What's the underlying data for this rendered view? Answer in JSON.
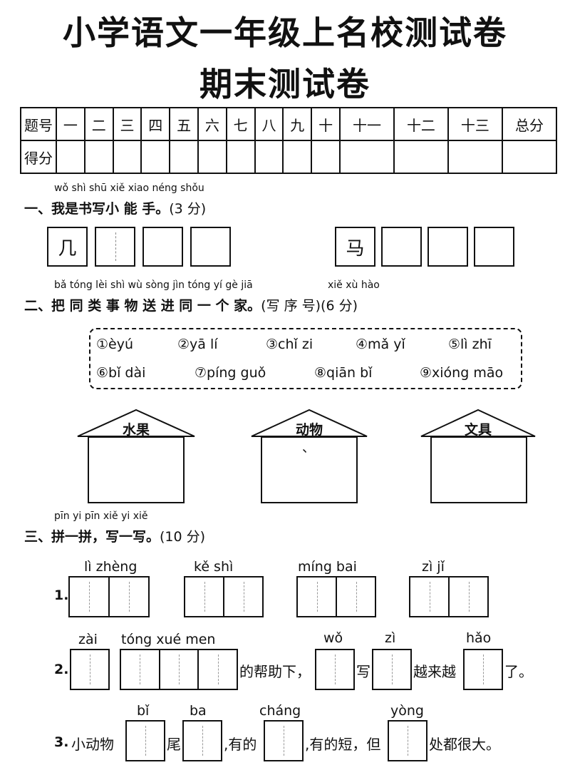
{
  "title": "小学语文一年级上名校测试卷",
  "subtitle": "期末测试卷",
  "score_table": {
    "row1_head": "题号",
    "row2_head": "得分",
    "columns": [
      "一",
      "二",
      "三",
      "四",
      "五",
      "六",
      "七",
      "八",
      "九",
      "十",
      "十一",
      "十二",
      "十三",
      "总分"
    ]
  },
  "section1": {
    "pinyin": "wǒ shì shū xiě xiao néng shǒu",
    "heading": "一、我是书写小 能 手。",
    "points": "(3 分)",
    "chars": [
      "几",
      "马"
    ]
  },
  "section2": {
    "pinyin1": "bǎ tóng lèi shì wù sòng jìn tóng yí gè jiā",
    "pinyin2": "xiě xù hào",
    "heading": "二、把 同 类 事 物 送 进 同 一 个 家。",
    "points": "(写 序 号)(6 分)",
    "items": [
      "①èyú",
      "②yā lí",
      "③chǐ zi",
      "④mǎ yǐ",
      "⑤lì zhī",
      "⑥bǐ dài",
      "⑦píng guǒ",
      "⑧qiān bǐ",
      "⑨xióng māo"
    ],
    "houses": [
      "水果",
      "动物",
      "文具"
    ],
    "tick": "、"
  },
  "section3": {
    "pinyin": "pīn yi pīn   xiě yi xiě",
    "heading": "三、拼一拼，写一写。",
    "points": "(10 分)",
    "q1": {
      "num": "1.",
      "words": [
        "lì  zhèng",
        "kě    shì",
        "míng bai",
        "zì    jǐ"
      ]
    },
    "q2": {
      "num": "2.",
      "py": [
        "zài",
        "tóng xué  men",
        "wǒ",
        "zì",
        "hǎo"
      ],
      "text": [
        "的帮助下，",
        "写",
        "越来越",
        "了。"
      ]
    },
    "q3": {
      "num": "3.",
      "py": [
        "bǐ",
        "ba",
        "cháng",
        "yòng"
      ],
      "text": [
        "小动物",
        "尾",
        ",有的",
        ",有的短，但",
        "处都很大。"
      ]
    }
  }
}
